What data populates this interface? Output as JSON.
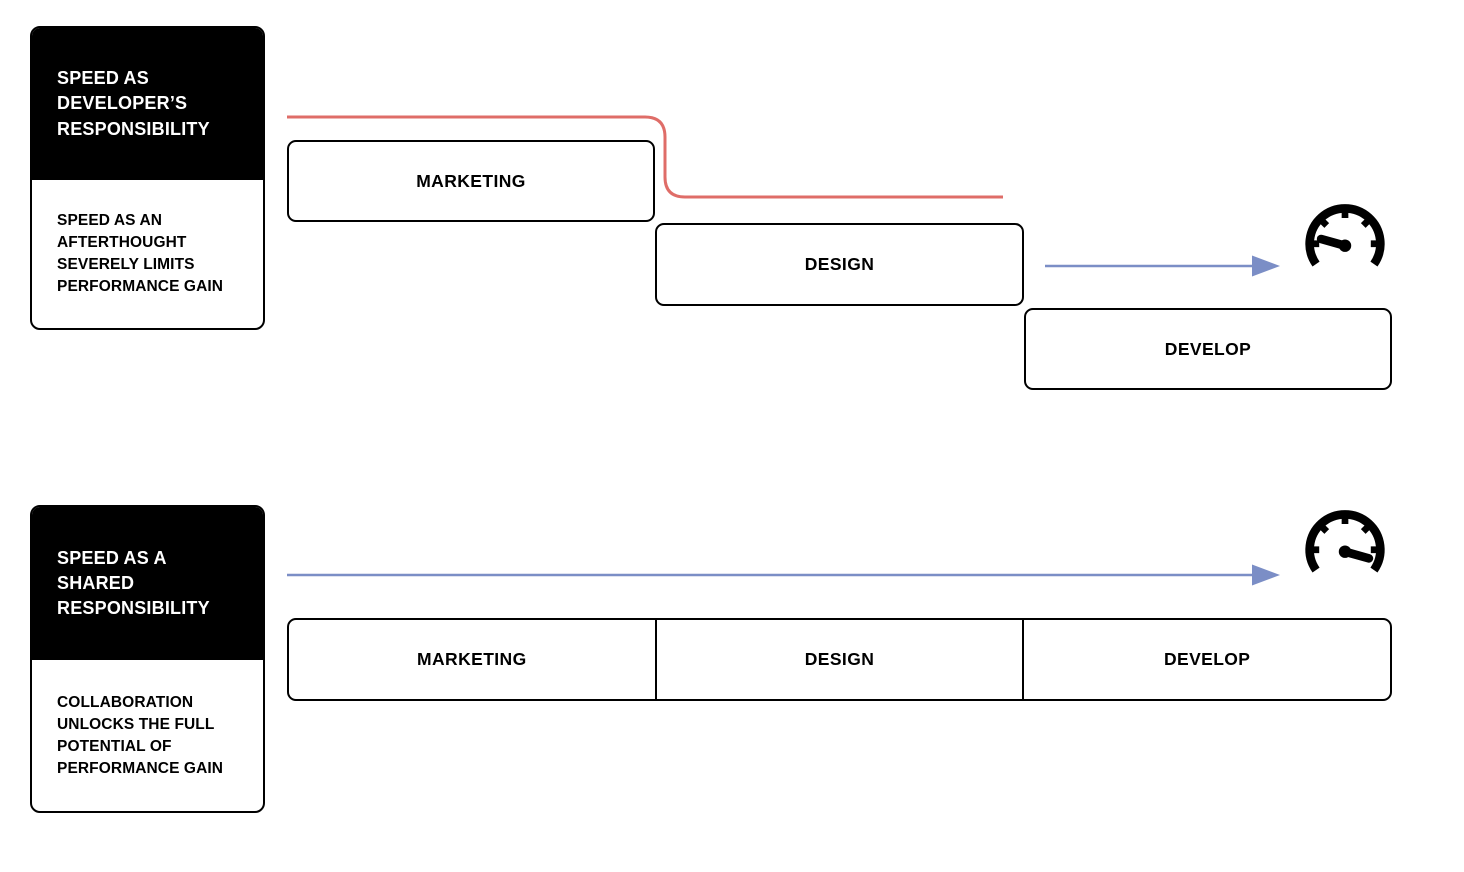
{
  "palette": {
    "background": "#ffffff",
    "ink": "#000000",
    "red_line": "#df6d68",
    "blue_arrow": "#7b8ec6"
  },
  "sections": {
    "waterfall": {
      "card": {
        "title": "SPEED AS DEVELOPER’S RESPONSIBILITY",
        "body": "SPEED AS AN AFTERTHOUGHT SEVERELY LIMITS PERFORMANCE GAIN"
      },
      "phases": [
        {
          "label": "MARKETING"
        },
        {
          "label": "DESIGN"
        },
        {
          "label": "DEVELOP"
        }
      ],
      "icons": {
        "handoff_line": "red-stepped-connector",
        "speed_arrow": "blue-arrow-short",
        "gauge": "speedometer-low"
      }
    },
    "shared": {
      "card": {
        "title": "SPEED AS A SHARED RESPONSIBILITY",
        "body": "COLLABORATION UNLOCKS THE FULL POTENTIAL OF PERFORMANCE GAIN"
      },
      "phases": [
        {
          "label": "MARKETING"
        },
        {
          "label": "DESIGN"
        },
        {
          "label": "DEVELOP"
        }
      ],
      "icons": {
        "speed_arrow": "blue-arrow-long",
        "gauge": "speedometer-high"
      }
    }
  }
}
